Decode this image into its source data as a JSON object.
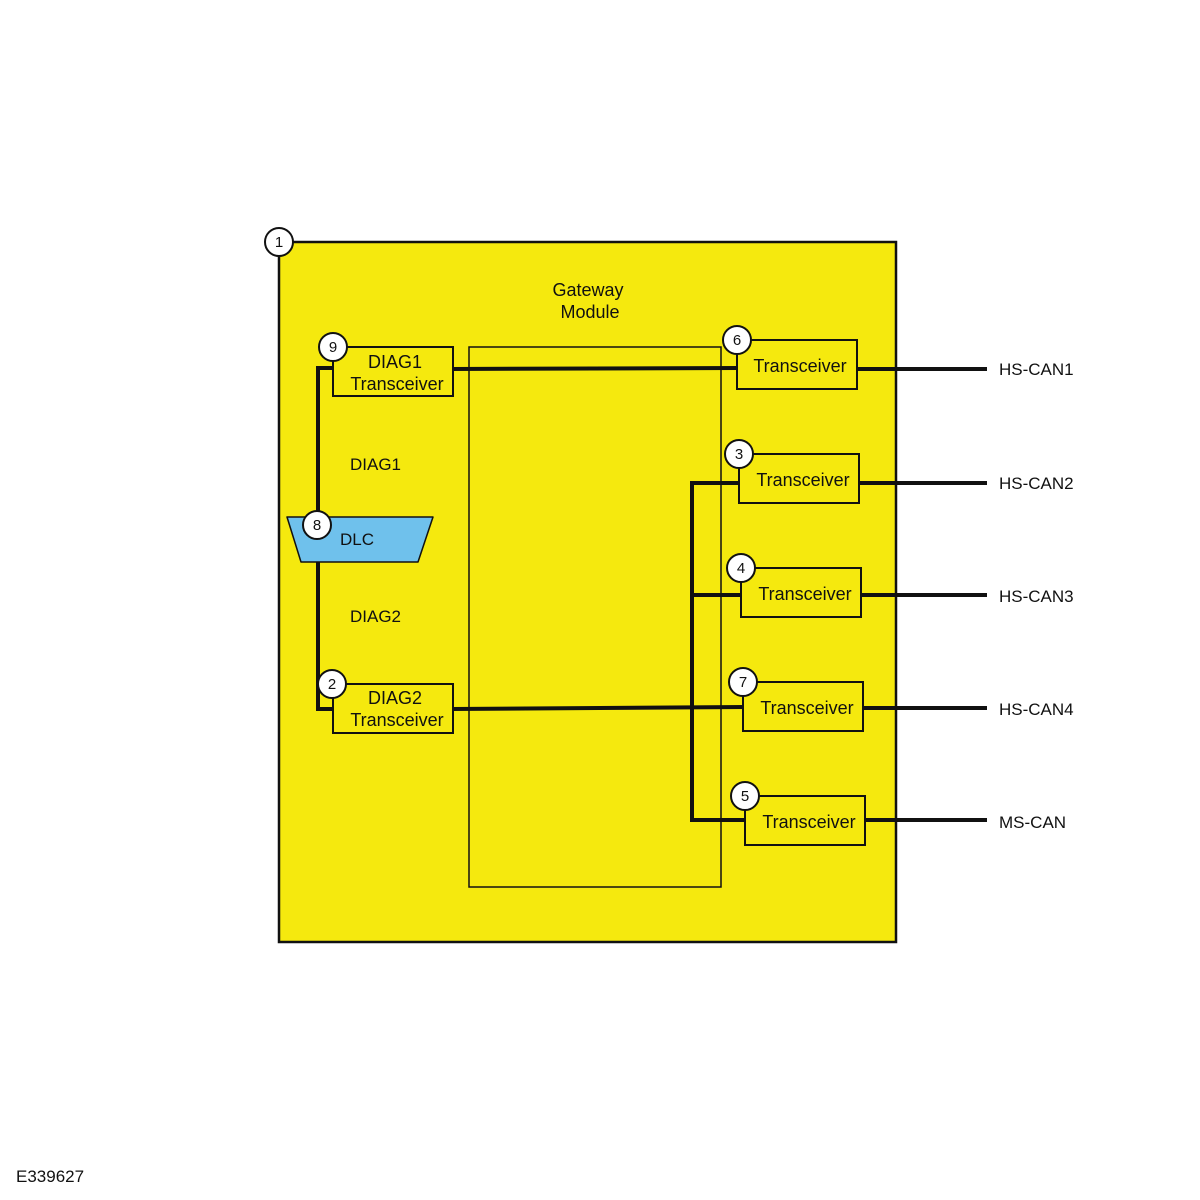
{
  "module": {
    "callout": "1",
    "title_line1": "Gateway",
    "title_line2": "Module",
    "fill": "#f5e90e"
  },
  "diag_transceivers": [
    {
      "callout": "9",
      "line1": "DIAG1",
      "line2": "Transceiver"
    },
    {
      "callout": "2",
      "line1": "DIAG2",
      "line2": "Transceiver"
    }
  ],
  "dlc": {
    "callout": "8",
    "label": "DLC",
    "fill": "#6fc1ec"
  },
  "bus_labels": {
    "diag1": "DIAG1",
    "diag2": "DIAG2"
  },
  "transceivers": [
    {
      "callout": "6",
      "label": "Transceiver",
      "network": "HS-CAN1"
    },
    {
      "callout": "3",
      "label": "Transceiver",
      "network": "HS-CAN2"
    },
    {
      "callout": "4",
      "label": "Transceiver",
      "network": "HS-CAN3"
    },
    {
      "callout": "7",
      "label": "Transceiver",
      "network": "HS-CAN4"
    },
    {
      "callout": "5",
      "label": "Transceiver",
      "network": "MS-CAN"
    }
  ],
  "figure_id": "E339627"
}
